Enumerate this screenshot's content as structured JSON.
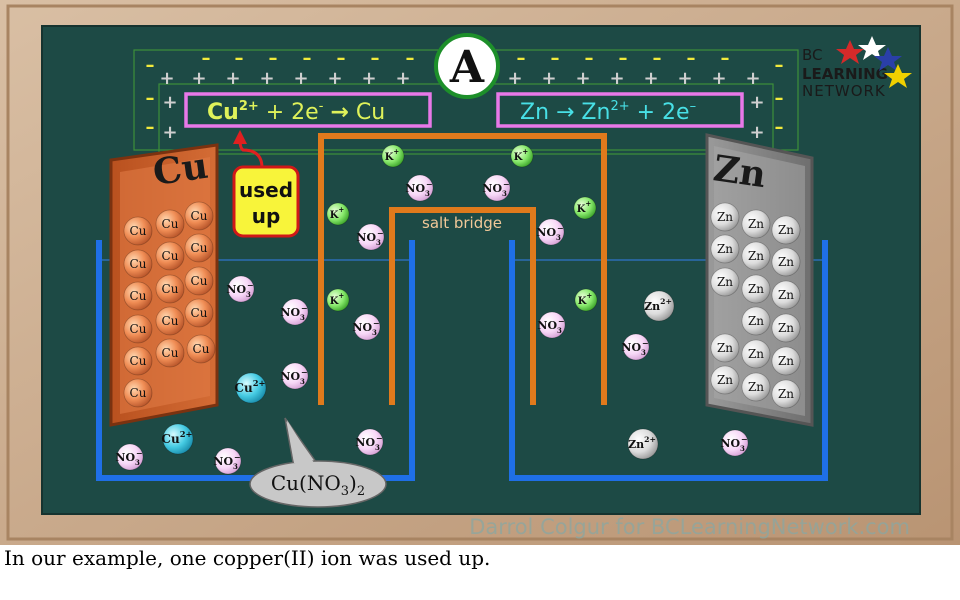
{
  "ammeter": {
    "label": "A"
  },
  "half_reactions": {
    "cathode": {
      "species": "Cu",
      "charge": "2+",
      "rest": " + 2e",
      "minus": "-",
      "arrow": "→",
      "product": " Cu"
    },
    "anode": {
      "text": "Zn → Zn",
      "charge": "2+",
      "rest": " + 2e",
      "minus": "–"
    }
  },
  "callouts": {
    "used_up_line1": "used",
    "used_up_line2": "up"
  },
  "electrodes": {
    "left": "Cu",
    "right": "Zn"
  },
  "salt_bridge_label": "salt bridge",
  "solution_label": {
    "main": "Cu(NO",
    "sub": "3",
    "close": ")",
    "sub2": "2"
  },
  "ions": {
    "cu_atom": "Cu",
    "zn_atom": "Zn",
    "k": "K",
    "k_charge": "+",
    "no3": "NO",
    "no3_sub": "3",
    "no3_charge": "−",
    "cu_ion": "Cu",
    "zn_ion": "Zn",
    "ion_charge": "2+"
  },
  "signs": {
    "minus": "–",
    "plus": "+"
  },
  "logo": {
    "line1": "BC",
    "line2": "LEARNING",
    "line3": "NETWORK"
  },
  "watermark": "Darrol Colgur for BCLearningNetwork.com",
  "caption": "In our example, one copper(II) ion was used up.",
  "colors": {
    "chalkboard": "#1d4a45",
    "frame": "#c9a98a",
    "copper": "#d2693a",
    "zinc": "#8c8c8c",
    "wire": "#e07a1c",
    "beaker": "#1f6fe6",
    "equation_border": "#e878e8",
    "equation_text": "#dff25a",
    "potassium": "#7ae85a",
    "nitrate": "#f4c8f4",
    "copper_ion": "#38c9e0"
  }
}
